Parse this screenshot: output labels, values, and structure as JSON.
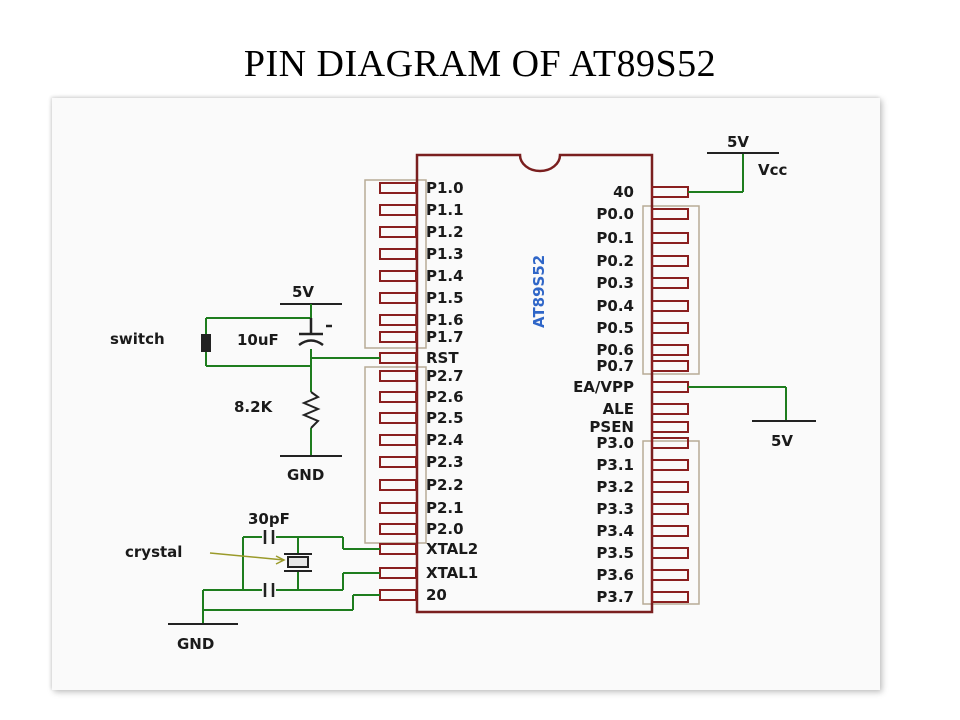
{
  "title": "PIN DIAGRAM OF AT89S52",
  "chip": {
    "name": "AT89S52",
    "left_pins": [
      "P1.0",
      "P1.1",
      "P1.2",
      "P1.3",
      "P1.4",
      "P1.5",
      "P1.6",
      "P1.7",
      "RST",
      "P2.7",
      "P2.6",
      "P2.5",
      "P2.4",
      "P2.3",
      "P2.2",
      "P2.1",
      "P2.0",
      "XTAL2",
      "XTAL1",
      "20"
    ],
    "right_pins": [
      "40",
      "P0.0",
      "P0.1",
      "P0.2",
      "P0.3",
      "P0.4",
      "P0.5",
      "P0.6",
      "P0.7",
      "EA/VPP",
      "ALE",
      "PSEN",
      "P3.0",
      "P3.1",
      "P3.2",
      "P3.3",
      "P3.4",
      "P3.5",
      "P3.6",
      "P3.7"
    ]
  },
  "labels": {
    "vcc_5v": "5V",
    "vcc": "Vcc",
    "ea_5v": "5V",
    "reset_5v": "5V",
    "switch": "switch",
    "capacitor": "10uF",
    "resistor": "8.2K",
    "gnd_reset": "GND",
    "cap_30pf": "30pF",
    "crystal": "crystal",
    "gnd_crystal": "GND"
  },
  "colors": {
    "wire": "#1e7d1e",
    "pin": "#8a1f1f",
    "chip_body": "#7a1f1f",
    "chip_name": "#2f66c8",
    "bracket": "#b8ab96"
  }
}
